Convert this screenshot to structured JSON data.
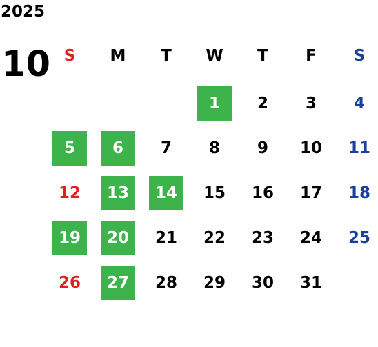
{
  "year": "2025",
  "month": "10",
  "weekdays": [
    "S",
    "M",
    "T",
    "W",
    "T",
    "F",
    "S"
  ],
  "first_weekday_index": 3,
  "days_in_month": 31,
  "highlighted_days": [
    1,
    5,
    6,
    13,
    14,
    19,
    20,
    27
  ],
  "colors": {
    "sunday": "#e02020",
    "saturday": "#1a3f9c",
    "highlight_bg": "#3cb44b",
    "highlight_text": "#ffffff",
    "text": "#000000"
  }
}
